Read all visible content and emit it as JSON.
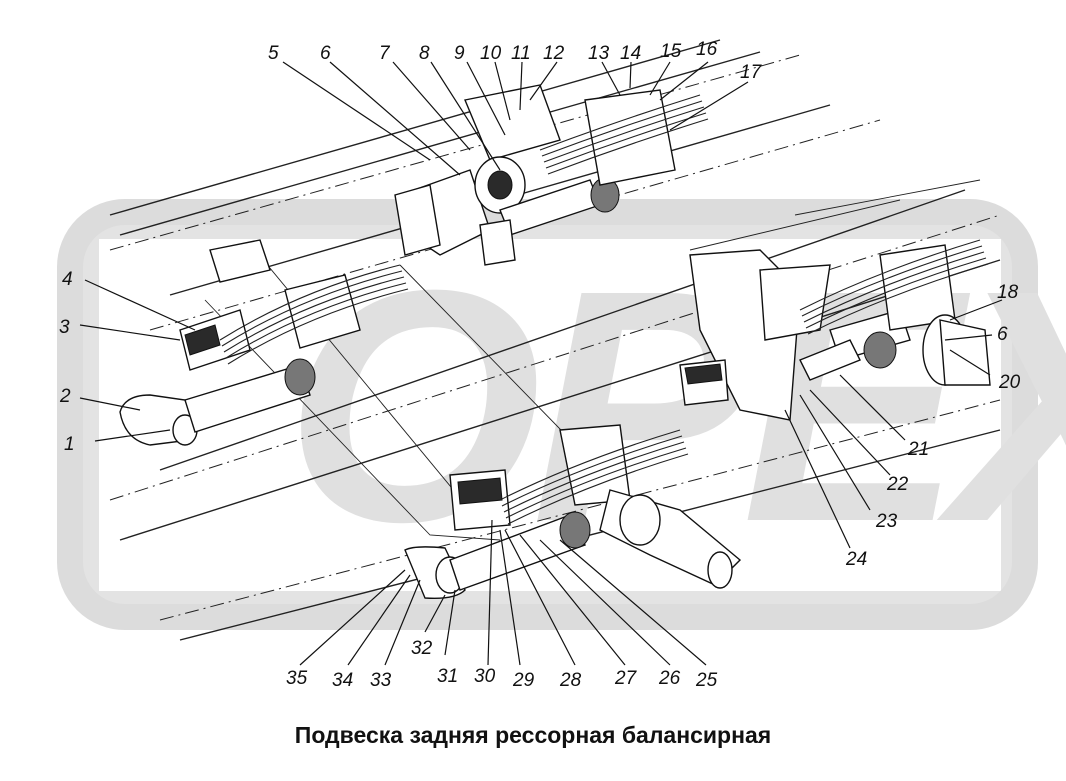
{
  "caption": "Подвеска задняя рессорная балансирная",
  "watermark": {
    "text": "OPEX",
    "color": "#d9d9d9"
  },
  "callouts": [
    "1",
    "2",
    "3",
    "4",
    "5",
    "6",
    "7",
    "8",
    "9",
    "10",
    "11",
    "12",
    "13",
    "14",
    "15",
    "16",
    "17",
    "18",
    "6",
    "20",
    "21",
    "22",
    "23",
    "24",
    "25",
    "26",
    "27",
    "28",
    "29",
    "30",
    "31",
    "32",
    "33",
    "34",
    "35"
  ]
}
